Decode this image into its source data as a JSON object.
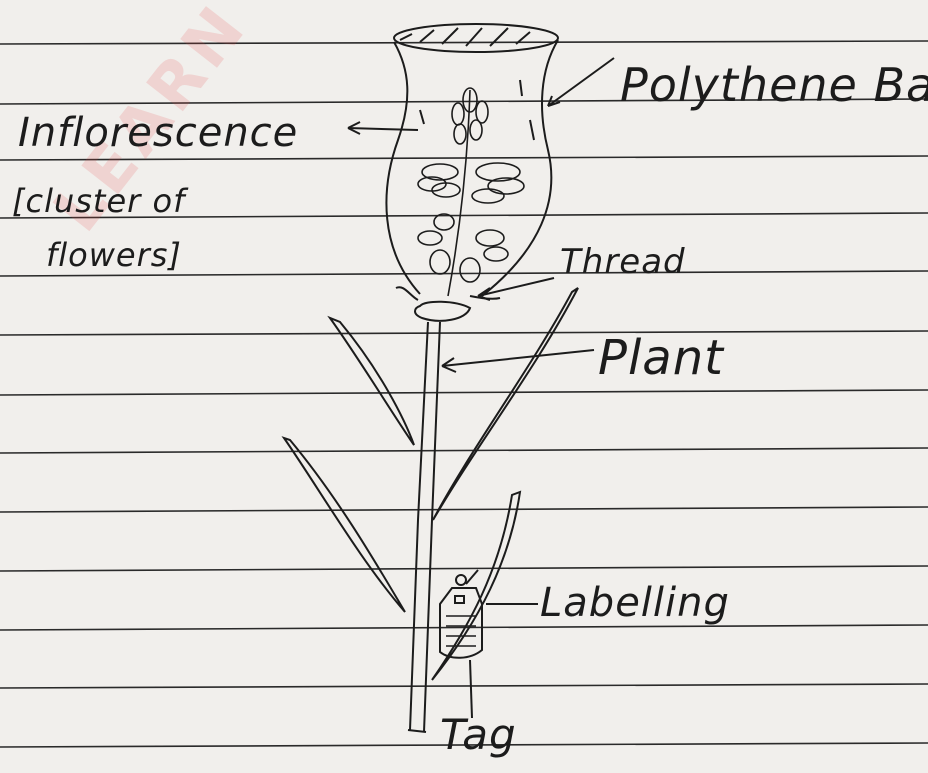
{
  "watermark": "LEARN WITH",
  "labels": {
    "polythene_bag": "Polythene Bag",
    "inflorescence": "Inflorescence",
    "cluster_line1": "[cluster of",
    "cluster_line2": "flowers]",
    "thread": "Thread",
    "plant": "Plant",
    "labelling": "Labelling",
    "tag": "Tag"
  },
  "colors": {
    "paper": "#f1efec",
    "ruled_line": "#2a2a2a",
    "ink": "#1c1c1c",
    "watermark": "#e64646"
  }
}
